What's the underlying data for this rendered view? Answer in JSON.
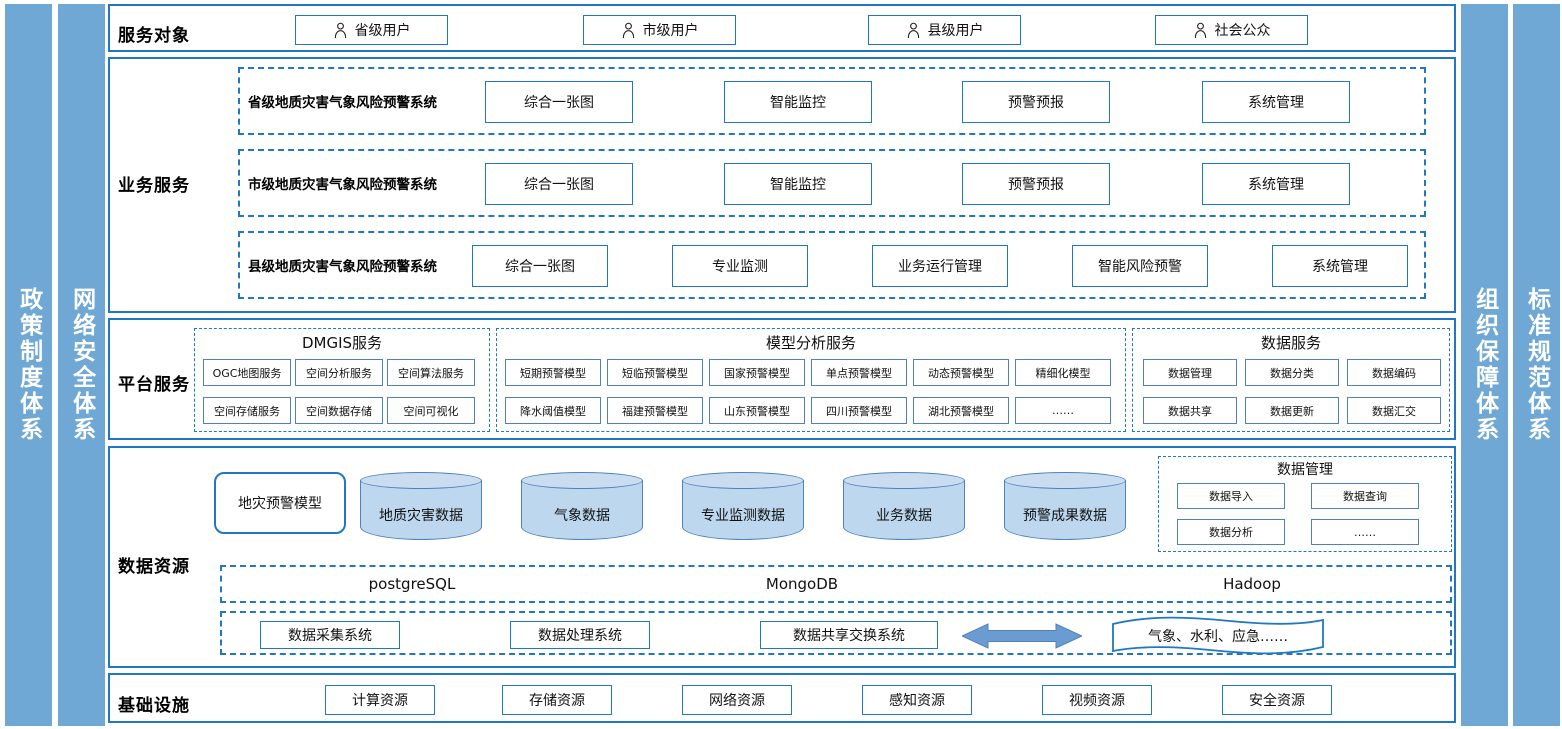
{
  "colors": {
    "sidebar_blue": "#6FA8D4",
    "outline_blue": "#1F78C1",
    "cell_blue": "#4F81BD",
    "cylinder_fill": "#BDD7EE",
    "arrow_blue": "#6A9BD1"
  },
  "sidebars": [
    {
      "label": "政策制度体系"
    },
    {
      "label": "网络安全体系"
    },
    {
      "label": "组织保障体系"
    },
    {
      "label": "标准规范体系"
    }
  ],
  "service_objects": {
    "layer_label": "服务对象",
    "items": [
      {
        "label": "省级用户",
        "icon": "person-icon"
      },
      {
        "label": "市级用户",
        "icon": "person-icon"
      },
      {
        "label": "县级用户",
        "icon": "person-icon"
      },
      {
        "label": "社会公众",
        "icon": "person-icon"
      }
    ]
  },
  "business_services": {
    "layer_label": "业务服务",
    "rows": [
      {
        "title": "省级地质灾害气象风险预警系统",
        "modules": [
          "综合一张图",
          "智能监控",
          "预警预报",
          "系统管理"
        ]
      },
      {
        "title": "市级地质灾害气象风险预警系统",
        "modules": [
          "综合一张图",
          "智能监控",
          "预警预报",
          "系统管理"
        ]
      },
      {
        "title": "县级地质灾害气象风险预警系统",
        "modules": [
          "综合一张图",
          "专业监测",
          "业务运行管理",
          "智能风险预警",
          "系统管理"
        ]
      }
    ]
  },
  "platform_services": {
    "layer_label": "平台服务",
    "groups": [
      {
        "title": "DMGIS服务",
        "row1": [
          "OGC地图服务",
          "空间分析服务",
          "空间算法服务"
        ],
        "row2": [
          "空间存储服务",
          "空间数据存储",
          "空间可视化"
        ]
      },
      {
        "title": "模型分析服务",
        "row1": [
          "短期预警模型",
          "短临预警模型",
          "国家预警模型",
          "单点预警模型",
          "动态预警模型",
          "精细化模型"
        ],
        "row2": [
          "降水阈值模型",
          "福建预警模型",
          "山东预警模型",
          "四川预警模型",
          "湖北预警模型",
          "……"
        ]
      },
      {
        "title": "数据服务",
        "row1": [
          "数据管理",
          "数据分类",
          "数据编码"
        ],
        "row2": [
          "数据共享",
          "数据更新",
          "数据汇交"
        ]
      }
    ]
  },
  "data_resources": {
    "layer_label": "数据资源",
    "model_box": "地灾预警模型",
    "cylinders": [
      "地质灾害数据",
      "气象数据",
      "专业监测数据",
      "业务数据",
      "预警成果数据"
    ],
    "data_management": {
      "title": "数据管理",
      "items": [
        "数据导入",
        "数据查询",
        "数据分析",
        "……"
      ]
    },
    "databases": [
      "postgreSQL",
      "MongoDB",
      "Hadoop"
    ],
    "exchange": {
      "systems": [
        "数据采集系统",
        "数据处理系统",
        "数据共享交换系统"
      ],
      "arrow": "double-arrow-icon",
      "external": "气象、水利、应急……"
    }
  },
  "infrastructure": {
    "layer_label": "基础设施",
    "items": [
      "计算资源",
      "存储资源",
      "网络资源",
      "感知资源",
      "视频资源",
      "安全资源"
    ]
  }
}
